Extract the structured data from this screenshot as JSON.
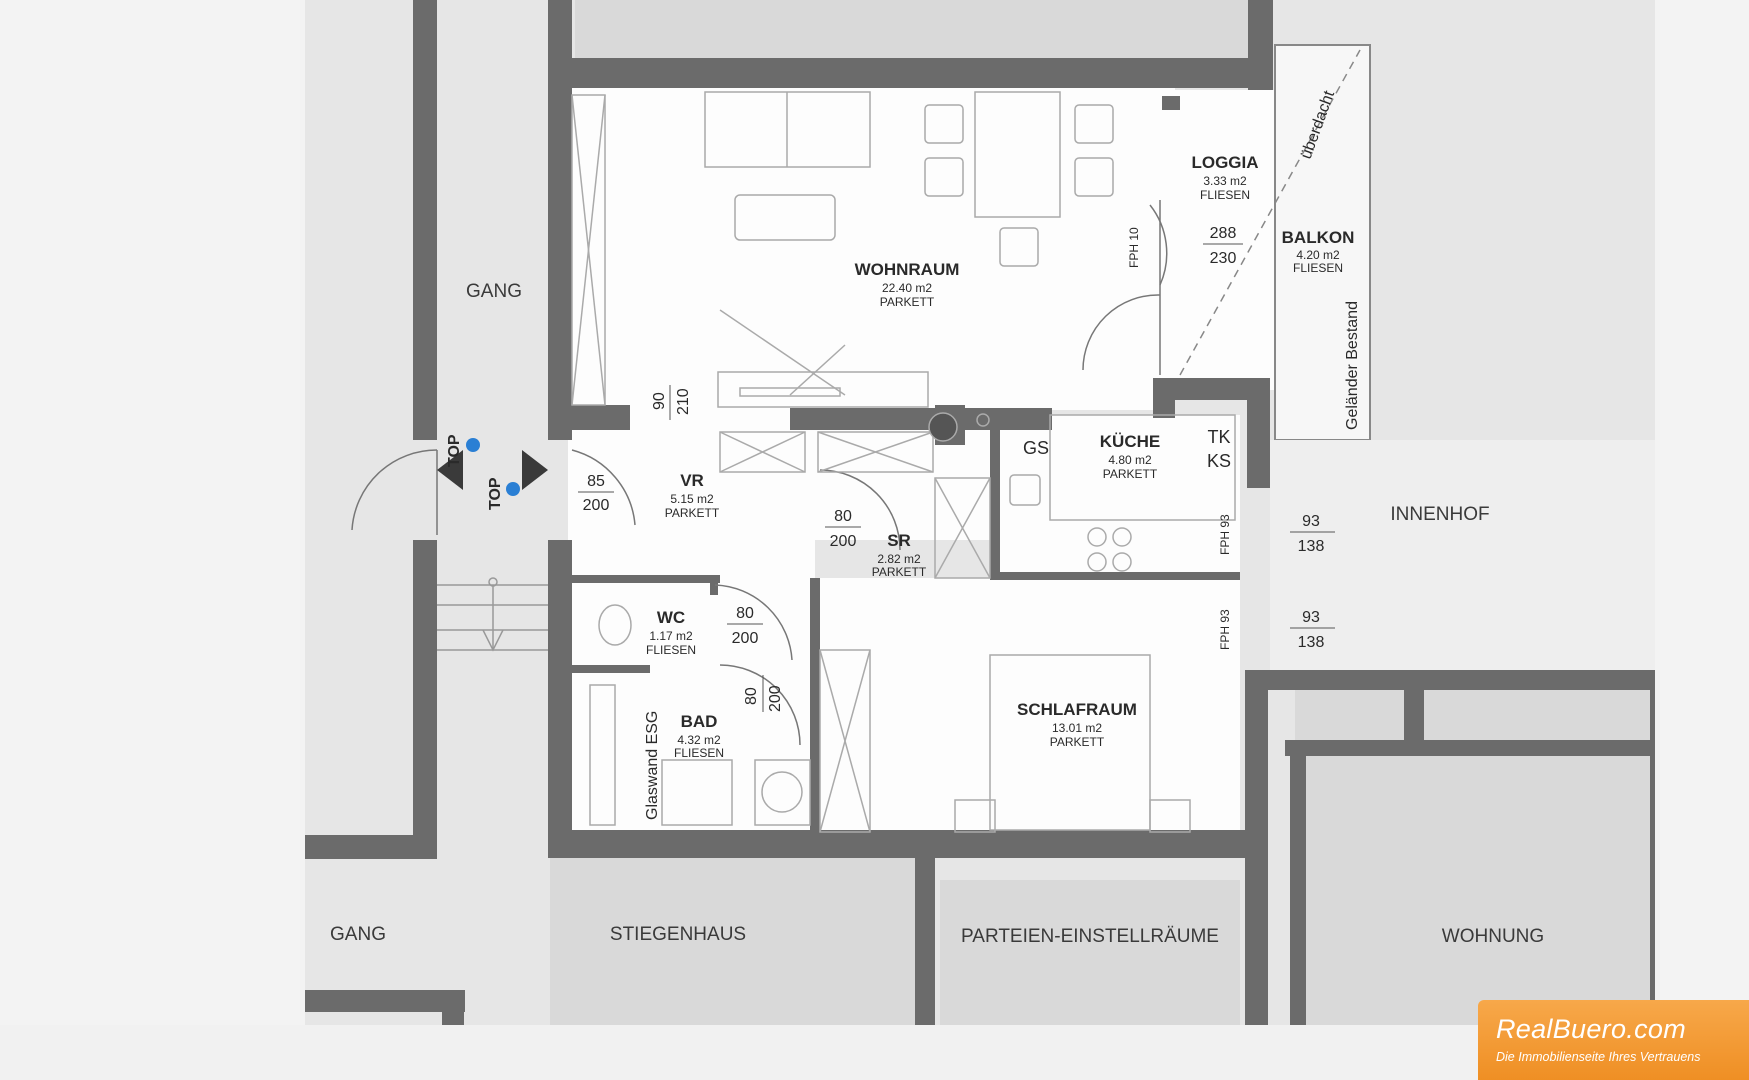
{
  "rooms": {
    "wohnraum": {
      "name": "WOHNRAUM",
      "area": "22.40 m2",
      "floor": "PARKETT"
    },
    "loggia": {
      "name": "LOGGIA",
      "area": "3.33 m2",
      "floor": "FLIESEN"
    },
    "balkon": {
      "name": "BALKON",
      "area": "4.20 m2",
      "floor": "FLIESEN"
    },
    "vr": {
      "name": "VR",
      "area": "5.15 m2",
      "floor": "PARKETT"
    },
    "kueche": {
      "name": "KÜCHE",
      "area": "4.80 m2",
      "floor": "PARKETT"
    },
    "sr": {
      "name": "SR",
      "area": "2.82 m2",
      "floor": "PARKETT"
    },
    "wc": {
      "name": "WC",
      "area": "1.17 m2",
      "floor": "FLIESEN"
    },
    "bad": {
      "name": "BAD",
      "area": "4.32 m2",
      "floor": "FLIESEN"
    },
    "schlafraum": {
      "name": "SCHLAFRAUM",
      "area": "13.01 m2",
      "floor": "PARKETT"
    }
  },
  "areas": {
    "gang_top": "GANG",
    "gang_bottom": "GANG",
    "stiegenhaus": "STIEGENHAUS",
    "parteien": "PARTEIEN-EINSTELLRÄUME",
    "wohnung": "WOHNUNG",
    "innenhof": "INNENHOF"
  },
  "annotations": {
    "ueberdacht": "überdacht",
    "gelaender": "Geländer Bestand",
    "glaswand": "Glaswand ESG",
    "gs": "GS",
    "tk": "TK",
    "ks": "KS",
    "fph_10": "FPH 10",
    "fph_93_a": "FPH 93",
    "fph_93_b": "FPH 93",
    "top_a": "TOP",
    "top_b": "TOP"
  },
  "dimensions": {
    "entry_w": "85",
    "entry_h": "200",
    "sr_w": "80",
    "sr_h": "200",
    "wc_w": "80",
    "wc_h": "200",
    "bad_w": "80",
    "bad_h": "200",
    "vr_top_w": "90",
    "vr_top_h": "210",
    "loggia_w": "288",
    "loggia_h": "230",
    "win1_w": "93",
    "win1_h": "138",
    "win2_w": "93",
    "win2_h": "138"
  },
  "brand": {
    "name": "RealBuero.com",
    "slogan": "Die Immobilienseite Ihres Vertrauens"
  },
  "colors": {
    "wall": "#6b6b6b",
    "interior": "#fdfdfd",
    "exterior": "#e8e8e8",
    "accent": "#ef8f24",
    "top_marker": "#2a7fd4"
  }
}
